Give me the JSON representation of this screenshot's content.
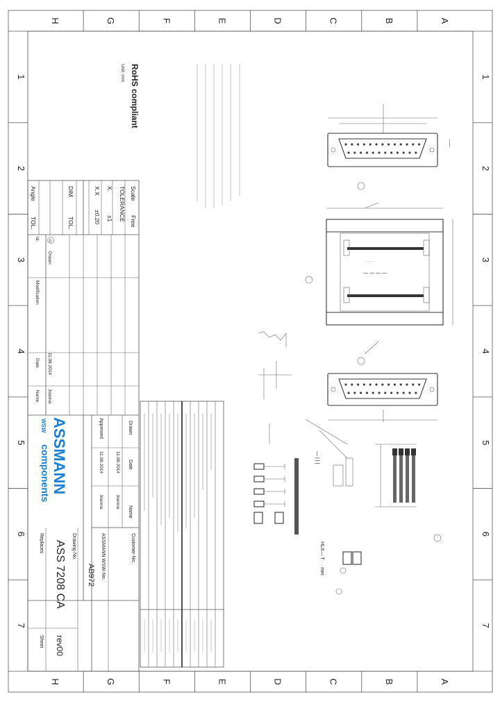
{
  "zone_letters": [
    "H",
    "G",
    "F",
    "E",
    "D",
    "C",
    "B",
    "A"
  ],
  "zone_numbers": [
    "1",
    "2",
    "3",
    "4",
    "5",
    "6",
    "7"
  ],
  "title": {
    "compliance": "RoHS compliant",
    "unit": "Unit: mm",
    "scale_label": "Scale",
    "scale_value": "Free",
    "tolerance_label": "TOLERANCE",
    "x_label": "X.",
    "x_value": "±1",
    "xx_label": "X.X",
    "xx_value": "±0.20",
    "dim_label": "DIM",
    "tol_label": "TOL.",
    "angle_label": "Angle",
    "angle_tol_label": "TOL.",
    "col_id": "Id.",
    "col_drawn": "Drawn",
    "col_modification": "Modification",
    "col_date": "Date",
    "col_name": "Name",
    "rev_date": "11.08.2014",
    "rev_name": "Joanna",
    "logo_brand": "ASSMANN",
    "logo_sub": "components",
    "logo_mark": "WSW",
    "drawn_label": "Drawn",
    "approved_label": "Approved",
    "date_label": "Date",
    "name_label": "Name",
    "drawn_date": "11.08.2014",
    "approved_date": "11.08.2014",
    "drawn_name": "Joanna",
    "approved_name": "Joanna",
    "customer_no_label": "Customer-No.",
    "wsw_no_label": "ASSMANN WSW-No.",
    "wsw_no": "AB972",
    "drawing_no_label": "Drawing-No.",
    "drawing_no": "ASS 7208 CA",
    "replaces_label": "Replaces",
    "sheet_label": "Sheet",
    "rev": "rev00"
  }
}
